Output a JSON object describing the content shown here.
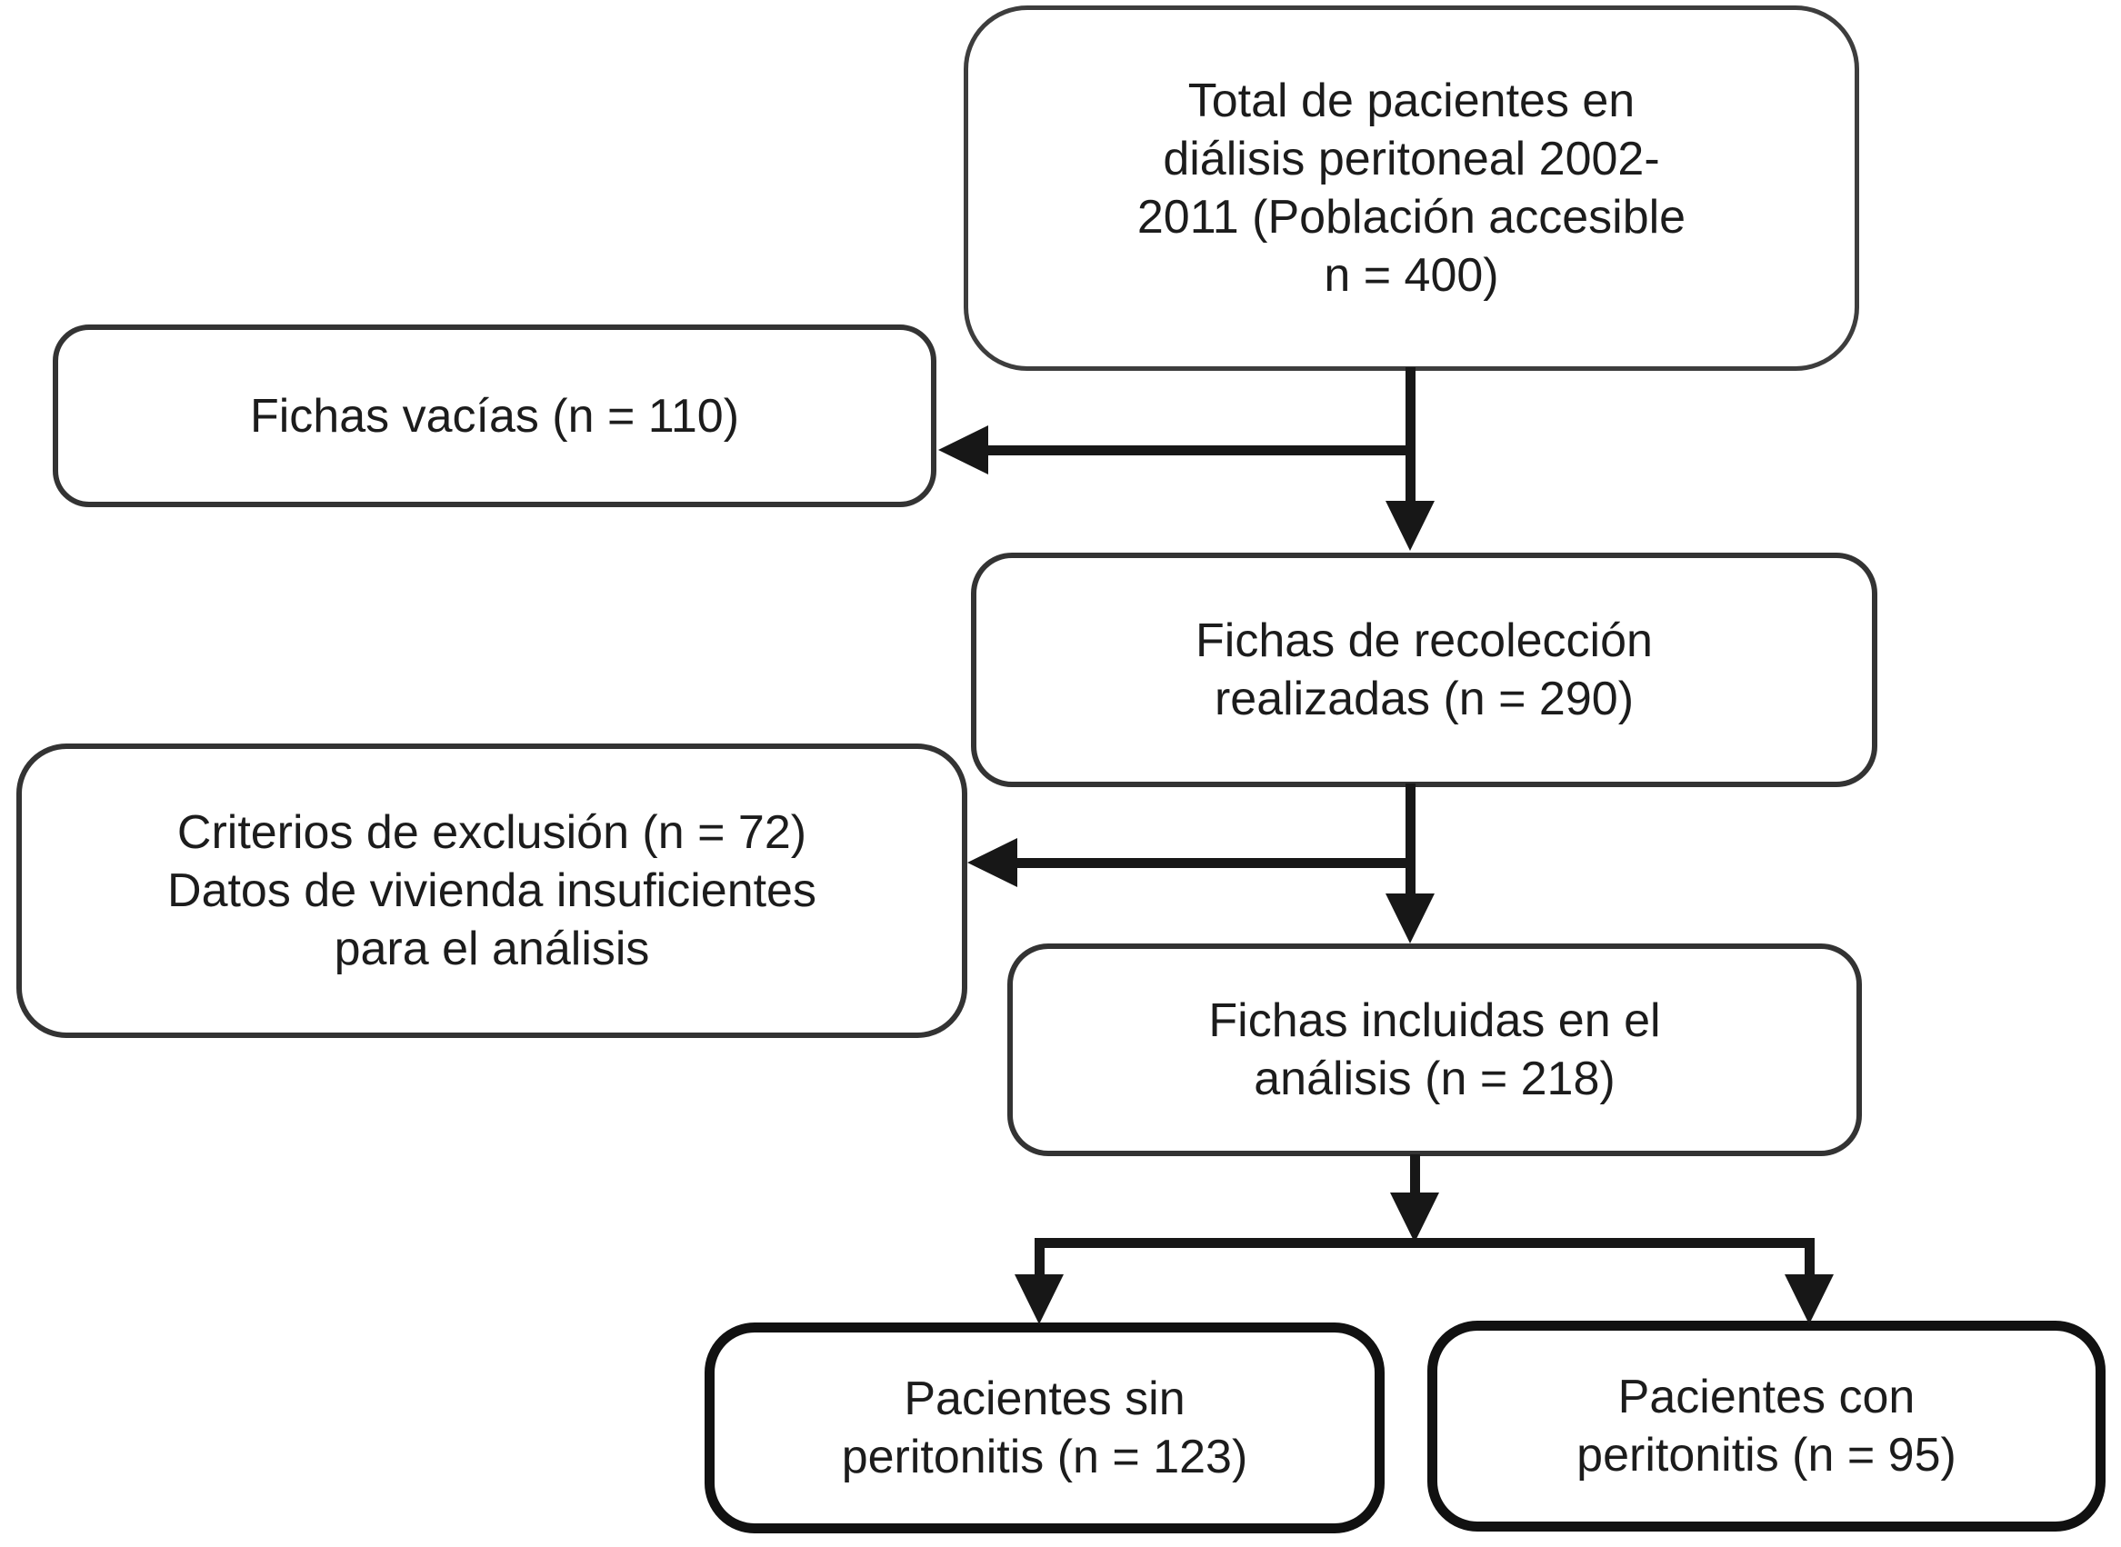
{
  "figure": {
    "type": "flowchart",
    "background": "#ffffff",
    "line_color": "#171717",
    "text_color": "#1c1c1c"
  },
  "nodes": {
    "total": {
      "lines": [
        "Total de pacientes en",
        "diálisis peritoneal 2002-",
        "2011 (Población accesible",
        "n = 400)"
      ]
    },
    "vacias": {
      "lines": [
        "Fichas vacías (n = 110)"
      ]
    },
    "recoleccion": {
      "lines": [
        "Fichas de recolección",
        "realizadas (n = 290)"
      ]
    },
    "exclusion": {
      "lines": [
        "Criterios de exclusión (n = 72)",
        "Datos de vivienda insuficientes",
        "para el análisis"
      ]
    },
    "incluidas": {
      "lines": [
        "Fichas incluidas en el",
        "análisis (n = 218)"
      ]
    },
    "sin_peritonitis": {
      "lines": [
        "Pacientes sin",
        "peritonitis (n = 123)"
      ]
    },
    "con_peritonitis": {
      "lines": [
        "Pacientes con",
        "peritonitis (n = 95)"
      ]
    }
  },
  "edges": [
    {
      "from": "total",
      "to": "recoleccion"
    },
    {
      "from": "total",
      "to": "vacias"
    },
    {
      "from": "recoleccion",
      "to": "incluidas"
    },
    {
      "from": "recoleccion",
      "to": "exclusion"
    },
    {
      "from": "incluidas",
      "to": "sin_peritonitis"
    },
    {
      "from": "incluidas",
      "to": "con_peritonitis"
    }
  ]
}
